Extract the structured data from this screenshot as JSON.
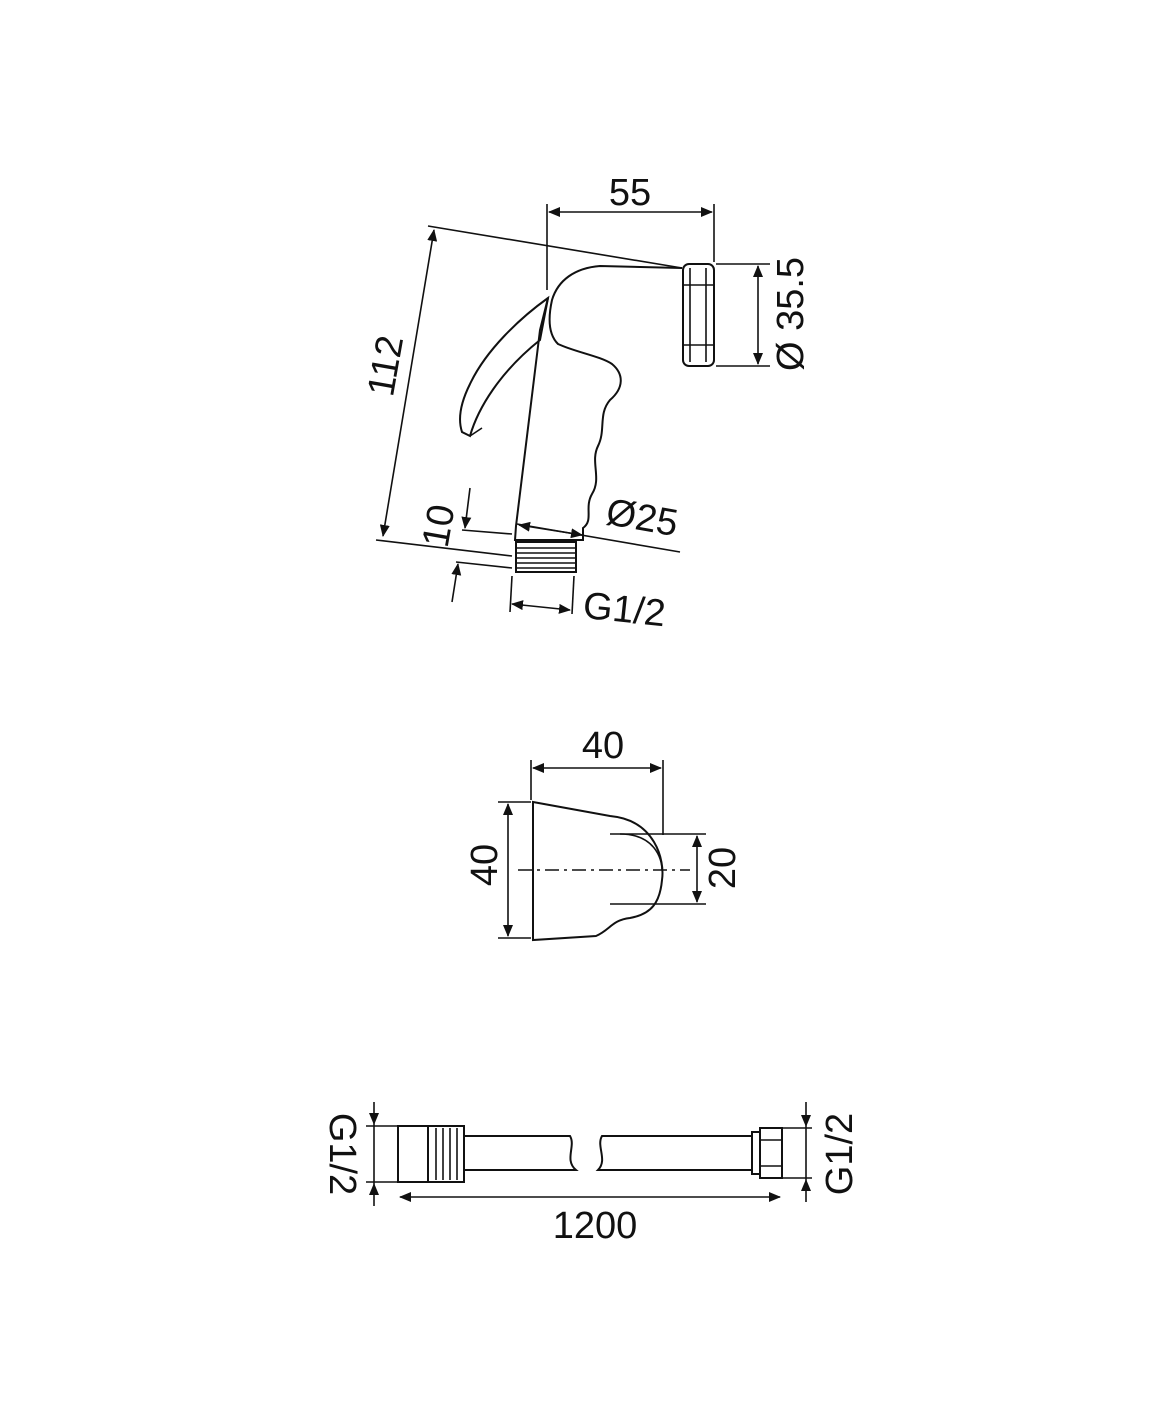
{
  "sprayer": {
    "dim_width": "55",
    "dim_head_diameter": "Ø 35.5",
    "dim_height": "112",
    "dim_thread_length": "10",
    "dim_body_diameter": "Ø25",
    "dim_thread": "G1/2"
  },
  "holder": {
    "dim_width": "40",
    "dim_height": "40",
    "dim_opening": "20"
  },
  "hose": {
    "dim_left_thread": "G1/2",
    "dim_right_thread": "G1/2",
    "dim_length": "1200"
  },
  "colors": {
    "line": "#111111",
    "background": "#ffffff"
  }
}
